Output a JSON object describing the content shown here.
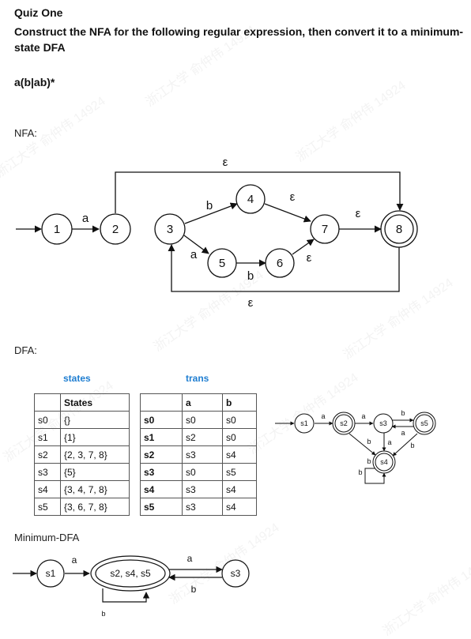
{
  "quiz_title": "Quiz One",
  "question": "Construct the NFA for the following regular expression, then convert it to a minimum-state DFA",
  "regex": "a(b|ab)*",
  "nfa": {
    "section_label": "NFA:",
    "states": [
      "1",
      "2",
      "3",
      "4",
      "5",
      "6",
      "7",
      "8"
    ],
    "accepting": [
      "8"
    ],
    "edge_labels": {
      "1_2": "a",
      "2_8": "ε",
      "3_4": "b",
      "3_5": "a",
      "5_6": "b",
      "4_7": "ε",
      "6_7": "ε",
      "7_8": "ε",
      "8_3": "ε"
    }
  },
  "dfa": {
    "section_label": "DFA:",
    "states_caption": "states",
    "trans_caption": "trans",
    "states_table": {
      "header": [
        "",
        "States"
      ],
      "rows": [
        [
          "s0",
          "{}"
        ],
        [
          "s1",
          "{1}"
        ],
        [
          "s2",
          "{2, 3, 7, 8}"
        ],
        [
          "s3",
          "{5}"
        ],
        [
          "s4",
          "{3, 4, 7, 8}"
        ],
        [
          "s5",
          "{3, 6, 7, 8}"
        ]
      ]
    },
    "trans_table": {
      "header": [
        "",
        "a",
        "b"
      ],
      "rows": [
        [
          "s0",
          "s0",
          "s0"
        ],
        [
          "s1",
          "s2",
          "s0"
        ],
        [
          "s2",
          "s3",
          "s4"
        ],
        [
          "s3",
          "s0",
          "s5"
        ],
        [
          "s4",
          "s3",
          "s4"
        ],
        [
          "s5",
          "s3",
          "s4"
        ]
      ]
    },
    "graph": {
      "states": [
        "s1",
        "s2",
        "s3",
        "s4",
        "s5"
      ],
      "accepting": [
        "s2",
        "s4",
        "s5"
      ],
      "edge_labels": {
        "s1_s2": "a",
        "s2_s3": "a",
        "s3_s5": "b",
        "s5_s3": "a",
        "s2_s4": "b",
        "s3_s4": "a",
        "s5_s4": "b",
        "s4_s4": "b",
        "s4_s3": "b"
      }
    }
  },
  "min_dfa": {
    "section_label": "Minimum-DFA",
    "states": [
      "s1",
      "s2, s4, s5",
      "s3"
    ],
    "accepting": [
      "s2, s4, s5"
    ],
    "edge_labels": {
      "s1_merged": "a",
      "merged_s3": "a",
      "s3_merged": "b",
      "merged_self": "b"
    }
  },
  "watermark_text": "浙江大学 俞仲伟 14924"
}
